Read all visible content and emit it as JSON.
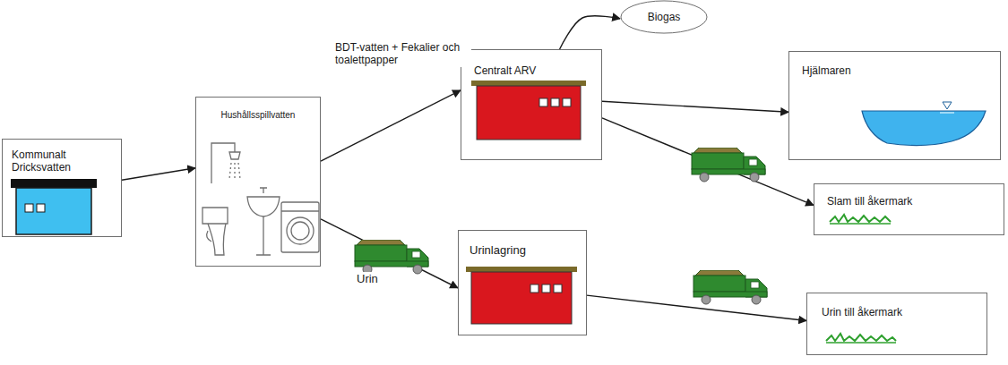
{
  "diagram": {
    "nodes": [
      {
        "text": [
          "Kommunalt Dricksvatten"
        ]
      },
      {
        "text": [
          "Hushållsspillvatten"
        ]
      },
      {
        "text": [
          "Centralt ARV"
        ]
      },
      {
        "text": [
          "Biogas"
        ]
      },
      {
        "text": [
          "Hjälmaren"
        ]
      },
      {
        "text": [
          "Slam till åkermark"
        ]
      },
      {
        "text": [
          "Urinlagring"
        ]
      },
      {
        "text": [
          "Urin till åkermark"
        ]
      }
    ],
    "edges": [
      {
        "from": 0,
        "to": 1,
        "arrow": "to"
      },
      {
        "from": 1,
        "to": 2,
        "label": "BDT-vatten + Fekalier och toalettpapper",
        "arrow": "to"
      },
      {
        "from": 2,
        "to": 3,
        "arrow": "to"
      },
      {
        "from": 2,
        "to": 4,
        "arrow": "to"
      },
      {
        "from": 2,
        "to": 5,
        "arrow": "to"
      },
      {
        "from": 1,
        "to": 6,
        "label": "Urin",
        "arrow": "to"
      },
      {
        "from": 6,
        "to": 7,
        "arrow": "to"
      }
    ]
  }
}
